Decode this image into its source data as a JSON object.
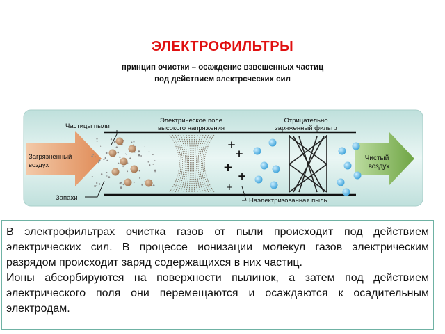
{
  "title": "ЭЛЕКТРОФИЛЬТРЫ",
  "subtitle_line1": "принцип очистки – осаждение взвешенных частиц",
  "subtitle_line2": "под действием электрсческих сил",
  "diagram": {
    "labels": {
      "dust_particles": "Частицы пыли",
      "field_line1": "Электрическое поле",
      "field_line2": "высокого напряжения",
      "filter_line1": "Отрицательно",
      "filter_line2": "заряженный фильтр",
      "polluted_line1": "Загрязненный",
      "polluted_line2": "воздух",
      "clean_line1": "Чистый",
      "clean_line2": "воздух",
      "odors": "Запахи",
      "charged_dust": "Наэлектризованная пыль"
    },
    "plus_sign": "+",
    "colors": {
      "inflow_arrow": "#e39a6a",
      "outflow_arrow": "#86b35a",
      "dust_particle": "#b08060",
      "charged_particle": "#55b4e6",
      "panel_background": "#cfe8e4",
      "textbox_border": "#6fb2a4"
    }
  },
  "paragraph1": "В электрофильтрах очистка газов от пыли происходит под действием электрических сил. В процессе ионизации молекул газов электрическим разрядом происходит заряд содержащихся в них частиц.",
  "paragraph2": "Ионы абсорбируются на поверхности пылинок, а затем под действием электрического поля они перемещаются и осаждаются к осадительным электродам."
}
